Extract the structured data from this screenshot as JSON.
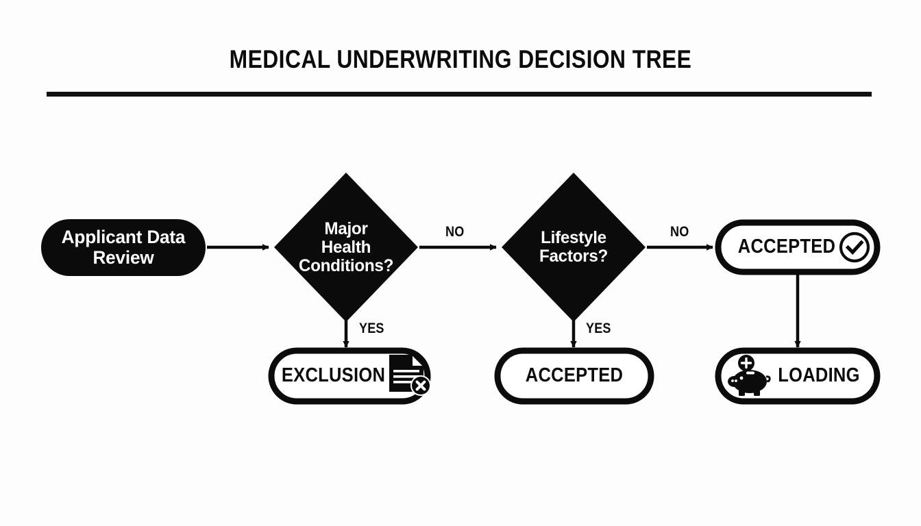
{
  "header": {
    "title": "MEDICAL UNDERWRITING DECISION TREE",
    "rule_color": "#111111"
  },
  "theme": {
    "background": "#fdfdfd",
    "ink": "#0b0b0b",
    "fill_solid": "#0b0b0b",
    "fill_empty": "#ffffff",
    "text_on_solid": "#ffffff"
  },
  "diagram": {
    "type": "flowchart",
    "orientation": "left-to-right",
    "nodes": [
      {
        "id": "start",
        "shape": "stadium",
        "style": "filled",
        "lines": [
          "Applicant Data",
          "Review"
        ],
        "icon": null
      },
      {
        "id": "decision-health",
        "shape": "diamond",
        "style": "filled",
        "lines": [
          "Major",
          "Health",
          "Conditions?"
        ],
        "icon": null
      },
      {
        "id": "decision-lifestyle",
        "shape": "diamond",
        "style": "filled",
        "lines": [
          "Lifestyle",
          "Factors?"
        ],
        "icon": null
      },
      {
        "id": "accepted-right",
        "shape": "stadium",
        "style": "outlined",
        "lines": [
          "ACCEPTED"
        ],
        "icon": "check-circle-icon"
      },
      {
        "id": "exclusion",
        "shape": "stadium",
        "style": "outlined",
        "lines": [
          "EXCLUSION"
        ],
        "icon": "document-x-icon"
      },
      {
        "id": "accepted-middle",
        "shape": "stadium",
        "style": "outlined",
        "lines": [
          "ACCEPTED"
        ],
        "icon": null
      },
      {
        "id": "loading",
        "shape": "stadium",
        "style": "outlined",
        "lines": [
          "LOADING"
        ],
        "icon": "piggy-bank-icon"
      }
    ],
    "edges": [
      {
        "id": "e1",
        "from": "start",
        "to": "decision-health",
        "label": "",
        "direction": "right"
      },
      {
        "id": "e2",
        "from": "decision-health",
        "to": "decision-lifestyle",
        "label": "NO",
        "direction": "right"
      },
      {
        "id": "e3",
        "from": "decision-health",
        "to": "exclusion",
        "label": "YES",
        "direction": "down"
      },
      {
        "id": "e4",
        "from": "decision-lifestyle",
        "to": "accepted-right",
        "label": "NO",
        "direction": "right"
      },
      {
        "id": "e5",
        "from": "decision-lifestyle",
        "to": "accepted-middle",
        "label": "YES",
        "direction": "down"
      },
      {
        "id": "e6",
        "from": "accepted-right",
        "to": "loading",
        "label": "",
        "direction": "down"
      }
    ]
  },
  "labels": {
    "start_line1": "Applicant Data",
    "start_line2": "Review",
    "health_line1": "Major",
    "health_line2": "Health",
    "health_line3": "Conditions?",
    "lifestyle_line1": "Lifestyle",
    "lifestyle_line2": "Factors?",
    "accepted_right": "ACCEPTED",
    "exclusion": "EXCLUSION",
    "accepted_middle": "ACCEPTED",
    "loading": "LOADING",
    "no_1": "NO",
    "no_2": "NO",
    "yes_1": "YES",
    "yes_2": "YES"
  }
}
